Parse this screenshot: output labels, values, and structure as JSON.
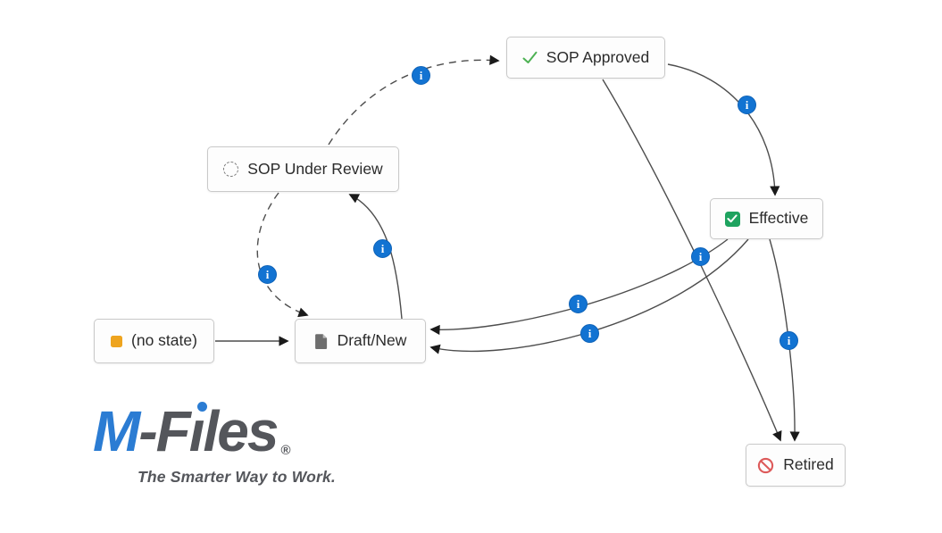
{
  "workflow": {
    "info_glyph": "i",
    "states": [
      {
        "id": "no-state",
        "label": "(no state)",
        "icon": "amber-square-icon"
      },
      {
        "id": "draft-new",
        "label": "Draft/New",
        "icon": "document-icon"
      },
      {
        "id": "sop-under-review",
        "label": "SOP Under Review",
        "icon": "dashed-cycle-icon"
      },
      {
        "id": "sop-approved",
        "label": "SOP Approved",
        "icon": "green-check-icon"
      },
      {
        "id": "effective",
        "label": "Effective",
        "icon": "green-checkbox-icon"
      },
      {
        "id": "retired",
        "label": "Retired",
        "icon": "prohibition-icon"
      }
    ],
    "transitions": [
      {
        "from": "no-state",
        "to": "draft-new",
        "style": "solid",
        "info_icon": false
      },
      {
        "from": "draft-new",
        "to": "sop-under-review",
        "style": "solid",
        "info_icon": true
      },
      {
        "from": "sop-under-review",
        "to": "sop-approved",
        "style": "dashed",
        "info_icon": true
      },
      {
        "from": "sop-under-review",
        "to": "draft-new",
        "style": "dashed",
        "info_icon": true
      },
      {
        "from": "sop-approved",
        "to": "effective",
        "style": "solid",
        "info_icon": true
      },
      {
        "from": "sop-approved",
        "to": "retired",
        "style": "solid",
        "info_icon": true
      },
      {
        "from": "effective",
        "to": "draft-new",
        "style": "solid",
        "info_icon": true
      },
      {
        "from": "effective",
        "to": "draft-new",
        "style": "solid",
        "info_icon": true
      },
      {
        "from": "effective",
        "to": "retired",
        "style": "solid",
        "info_icon": true
      }
    ]
  },
  "colors": {
    "line": "#4d4d4d",
    "arrowhead": "#1a1a1a",
    "info_badge": "#1273d2",
    "state_border": "#c9c9c9",
    "amber_square": "#eea41e",
    "green_check": "#4db153",
    "green_checkbox": "#1ea35f",
    "prohibition_red": "#dd5a5a",
    "brand_blue": "#2b7cd3",
    "brand_gray": "#54565b"
  },
  "logo": {
    "brand_prefix": "M",
    "brand_mid": "-F",
    "brand_i": "ı",
    "brand_suffix": "les",
    "registered": "®",
    "tagline": "The Smarter Way to Work."
  }
}
